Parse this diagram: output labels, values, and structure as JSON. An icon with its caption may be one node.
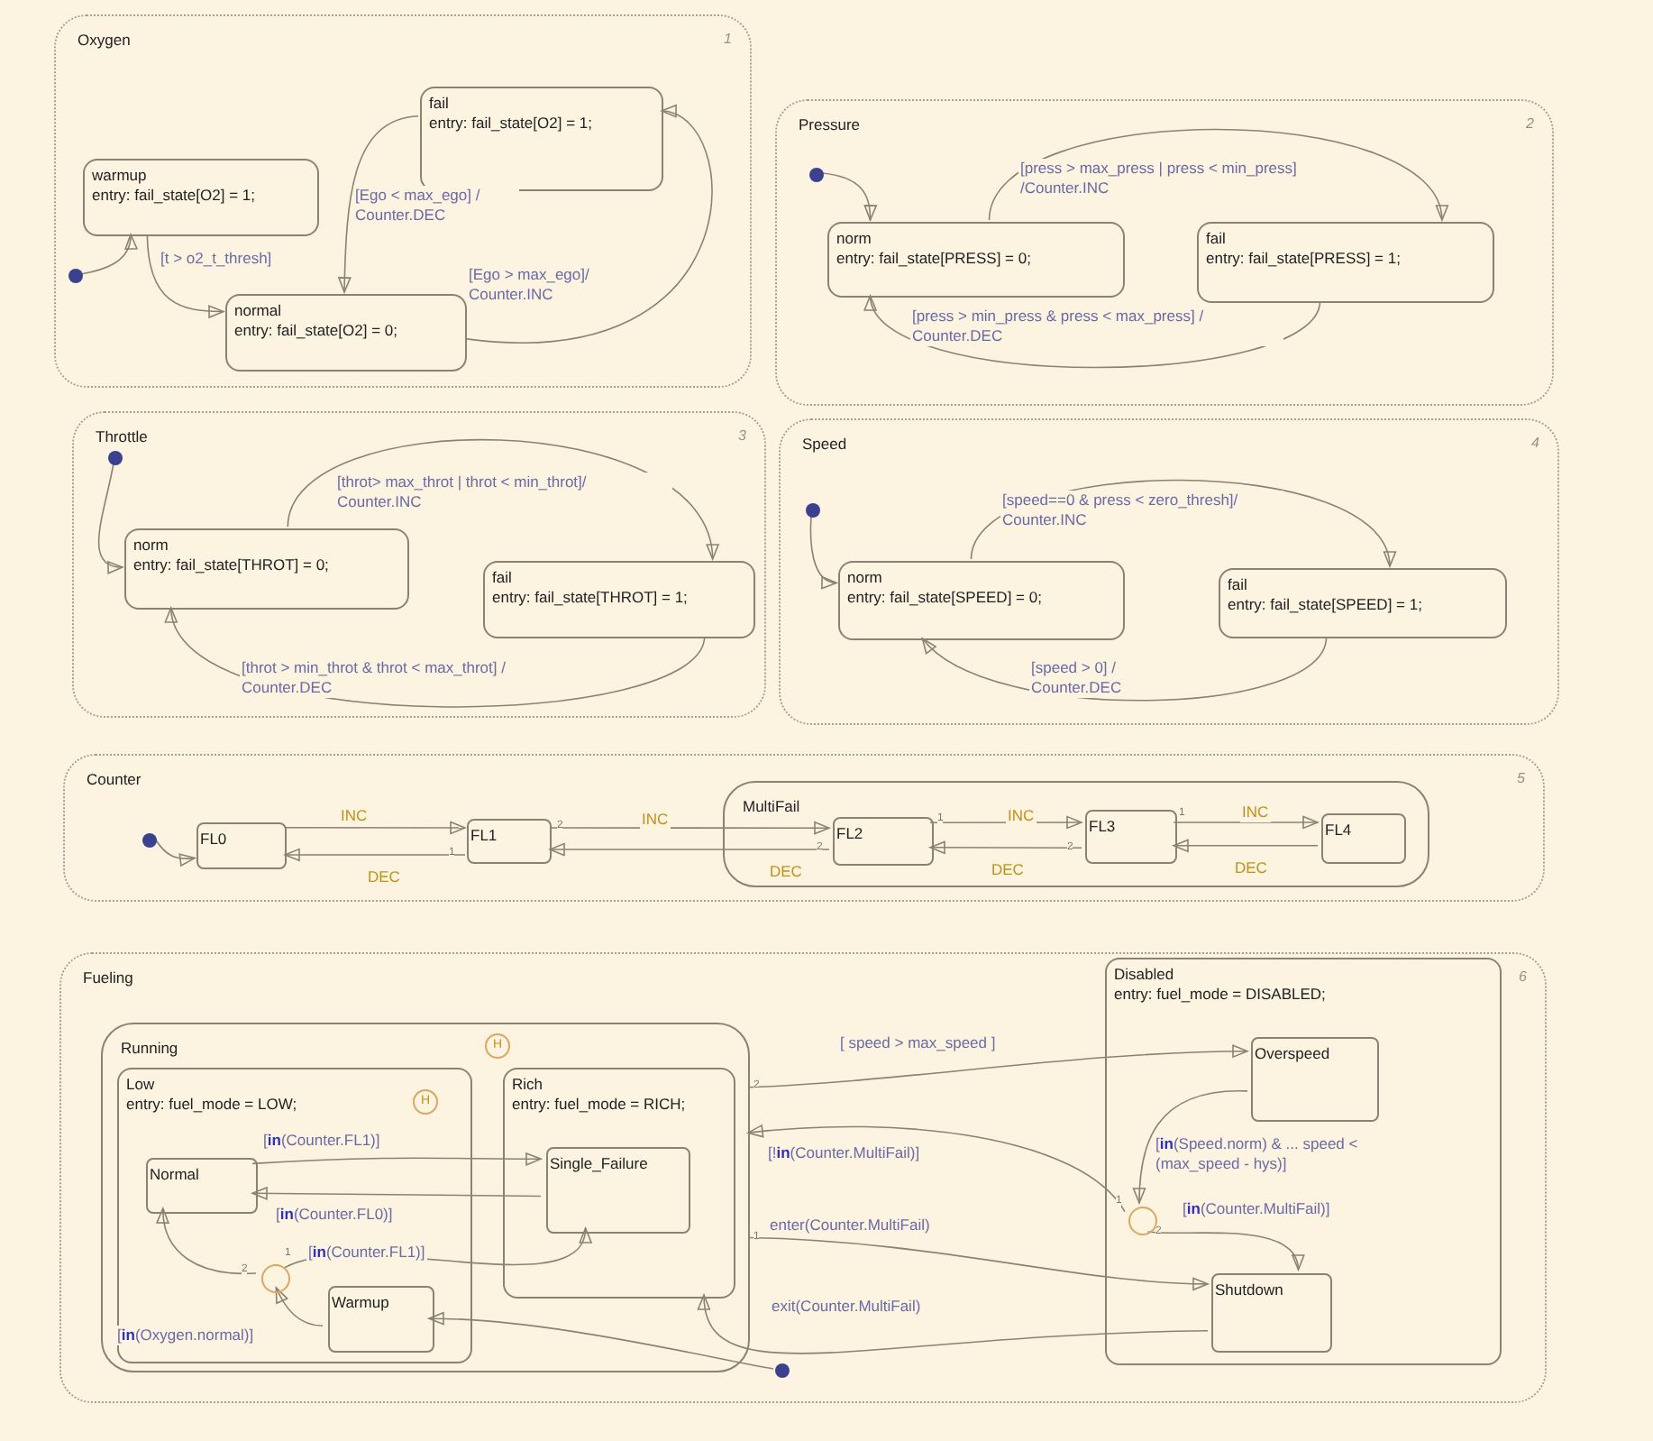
{
  "diagram": {
    "nodes": [
      {
        "text": [
          "Oxygen",
          "1"
        ]
      },
      {
        "text": [
          "fail",
          "entry: fail_state[O2] = 1;"
        ],
        "in": 0
      },
      {
        "text": [
          "warmup",
          "entry: fail_state[O2] = 1;"
        ],
        "in": 0
      },
      {
        "text": [],
        "shape": "circle",
        "in": 0
      },
      {
        "text": [
          "normal",
          "entry: fail_state[O2] = 0;"
        ],
        "in": 0
      },
      {
        "text": [
          "Pressure",
          "2"
        ]
      },
      {
        "text": [],
        "shape": "circle",
        "in": 5
      },
      {
        "text": [
          "norm",
          "entry: fail_state[PRESS] = 0;"
        ],
        "in": 5
      },
      {
        "text": [
          "fail",
          "entry: fail_state[PRESS] = 1;"
        ],
        "in": 5
      },
      {
        "text": [
          "Throttle",
          "3"
        ]
      },
      {
        "text": [],
        "shape": "circle",
        "in": 9
      },
      {
        "text": [
          "norm",
          "entry: fail_state[THROT] = 0;"
        ],
        "in": 9
      },
      {
        "text": [
          "fail",
          "entry: fail_state[THROT] = 1;"
        ],
        "in": 9
      },
      {
        "text": [
          "Speed",
          "4"
        ]
      },
      {
        "text": [],
        "shape": "circle",
        "in": 13
      },
      {
        "text": [
          "norm",
          "entry: fail_state[SPEED] = 0;"
        ],
        "in": 13
      },
      {
        "text": [
          "fail",
          "entry: fail_state[SPEED] = 1;"
        ],
        "in": 13
      },
      {
        "text": [
          "Counter",
          "5"
        ]
      },
      {
        "text": [],
        "shape": "circle",
        "in": 17
      },
      {
        "text": [
          "FL0"
        ],
        "in": 17
      },
      {
        "text": [
          "FL1"
        ],
        "in": 17
      },
      {
        "text": [
          "MultiFail"
        ],
        "in": 17
      },
      {
        "text": [
          "FL2"
        ],
        "in": 21
      },
      {
        "text": [
          "FL3"
        ],
        "in": 21
      },
      {
        "text": [
          "FL4"
        ],
        "in": 21
      },
      {
        "text": [
          "Fueling",
          "6"
        ]
      },
      {
        "text": [
          "Running"
        ],
        "in": 25
      },
      {
        "text": [
          "H"
        ],
        "in": 26
      },
      {
        "text": [
          "Low",
          "entry: fuel_mode = LOW;"
        ],
        "in": 26
      },
      {
        "text": [
          "H"
        ],
        "in": 28
      },
      {
        "text": [
          "Normal"
        ],
        "in": 28
      },
      {
        "text": [],
        "shape": "circle",
        "in": 28
      },
      {
        "text": [
          "Warmup"
        ],
        "in": 28
      },
      {
        "text": [
          "Rich",
          "entry: fuel_mode = RICH;"
        ],
        "in": 26
      },
      {
        "text": [
          "Single_Failure"
        ],
        "in": 33
      },
      {
        "text": [
          "Disabled",
          "entry: fuel_mode = DISABLED;"
        ],
        "in": 25
      },
      {
        "text": [
          "Overspeed"
        ],
        "in": 35
      },
      {
        "text": [],
        "shape": "circle",
        "in": 35
      },
      {
        "text": [
          "Shutdown"
        ],
        "in": 35
      },
      {
        "text": [],
        "shape": "circle",
        "in": 25
      }
    ],
    "edges": [
      {
        "from": 3,
        "to": 2,
        "arrow": "to"
      },
      {
        "from": 2,
        "to": 4,
        "arrow": "to",
        "label": "[t > o2_t_thresh]"
      },
      {
        "from": 1,
        "to": 4,
        "arrow": "to",
        "label": "[Ego < max_ego] / Counter.DEC"
      },
      {
        "from": 4,
        "to": 1,
        "arrow": "to",
        "label": "[Ego > max_ego]/ Counter.INC"
      },
      {
        "from": 6,
        "to": 7,
        "arrow": "to"
      },
      {
        "from": 7,
        "to": 8,
        "arrow": "to",
        "label": "[press > max_press | press < min_press] /Counter.INC"
      },
      {
        "from": 8,
        "to": 7,
        "arrow": "to",
        "label": "[press > min_press & press < max_press] / Counter.DEC"
      },
      {
        "from": 10,
        "to": 11,
        "arrow": "to"
      },
      {
        "from": 11,
        "to": 12,
        "arrow": "to",
        "label": "[throt> max_throt | throt < min_throt]/ Counter.INC"
      },
      {
        "from": 12,
        "to": 11,
        "arrow": "to",
        "label": "[throt > min_throt & throt < max_throt] / Counter.DEC"
      },
      {
        "from": 14,
        "to": 15,
        "arrow": "to"
      },
      {
        "from": 15,
        "to": 16,
        "arrow": "to",
        "label": "[speed==0 & press < zero_thresh]/ Counter.INC"
      },
      {
        "from": 16,
        "to": 15,
        "arrow": "to",
        "label": "[speed > 0] / Counter.DEC"
      },
      {
        "from": 18,
        "to": 19,
        "arrow": "to"
      },
      {
        "from": 19,
        "to": 20,
        "arrow": "to",
        "label": "INC"
      },
      {
        "from": 20,
        "to": 19,
        "arrow": "to",
        "label": "DEC"
      },
      {
        "from": 20,
        "to": 22,
        "arrow": "to",
        "label": "INC"
      },
      {
        "from": 22,
        "to": 20,
        "arrow": "to",
        "label": "DEC"
      },
      {
        "from": 22,
        "to": 23,
        "arrow": "to",
        "label": "INC"
      },
      {
        "from": 23,
        "to": 22,
        "arrow": "to",
        "label": "DEC"
      },
      {
        "from": 23,
        "to": 24,
        "arrow": "to",
        "label": "INC"
      },
      {
        "from": 24,
        "to": 23,
        "arrow": "to",
        "label": "DEC"
      },
      {
        "from": 39,
        "to": 32,
        "arrow": "to"
      },
      {
        "from": 26,
        "to": 36,
        "arrow": "to",
        "label": "[ speed > max_speed ]"
      },
      {
        "from": 37,
        "to": 26,
        "arrow": "to",
        "label": "[!**in**(Counter.MultiFail)]"
      },
      {
        "from": 26,
        "to": 38,
        "arrow": "to",
        "label": "enter(Counter.MultiFail)"
      },
      {
        "from": 38,
        "to": 33,
        "arrow": "to",
        "label": "exit(Counter.MultiFail)"
      },
      {
        "from": 36,
        "to": 37,
        "arrow": "to",
        "label": "[**in**(Speed.norm) & ... speed < (max_speed - hys)]"
      },
      {
        "from": 37,
        "to": 38,
        "arrow": "to",
        "label": "[**in**(Counter.MultiFail)]"
      },
      {
        "from": 30,
        "to": 34,
        "arrow": "to",
        "label": "[**in**(Counter.FL1)]"
      },
      {
        "from": 34,
        "to": 30,
        "arrow": "to",
        "label": "[**in**(Counter.FL0)]"
      },
      {
        "from": 32,
        "to": 31,
        "arrow": "to",
        "label": "[**in**(Oxygen.normal)]"
      },
      {
        "from": 31,
        "to": 30,
        "arrow": "to"
      },
      {
        "from": 31,
        "to": 34,
        "arrow": "to",
        "label": "[**in**(Counter.FL1)]"
      }
    ],
    "labels": [
      "2",
      "1",
      "2",
      "1",
      "1",
      "2",
      "2",
      "1",
      "1",
      "2",
      "2",
      "1"
    ]
  }
}
